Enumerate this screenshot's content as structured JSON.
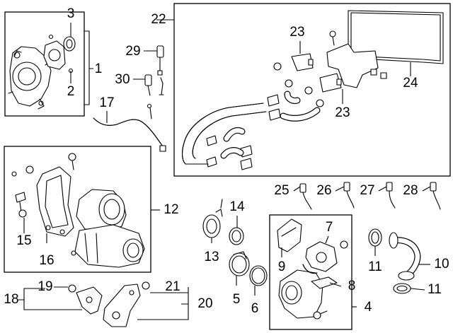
{
  "callouts": {
    "c1": "1",
    "c2": "2",
    "c3": "3",
    "c4": "4",
    "c5": "5",
    "c6": "6",
    "c7": "7",
    "c8": "8",
    "c9": "9",
    "c10": "10",
    "c11a": "11",
    "c11b": "11",
    "c12": "12",
    "c13": "13",
    "c14": "14",
    "c15": "15",
    "c16": "16",
    "c17": "17",
    "c18": "18",
    "c19": "19",
    "c20": "20",
    "c21": "21",
    "c22": "22",
    "c23a": "23",
    "c23b": "23",
    "c24": "24",
    "c25": "25",
    "c26": "26",
    "c27": "27",
    "c28": "28",
    "c29": "29",
    "c30": "30"
  }
}
